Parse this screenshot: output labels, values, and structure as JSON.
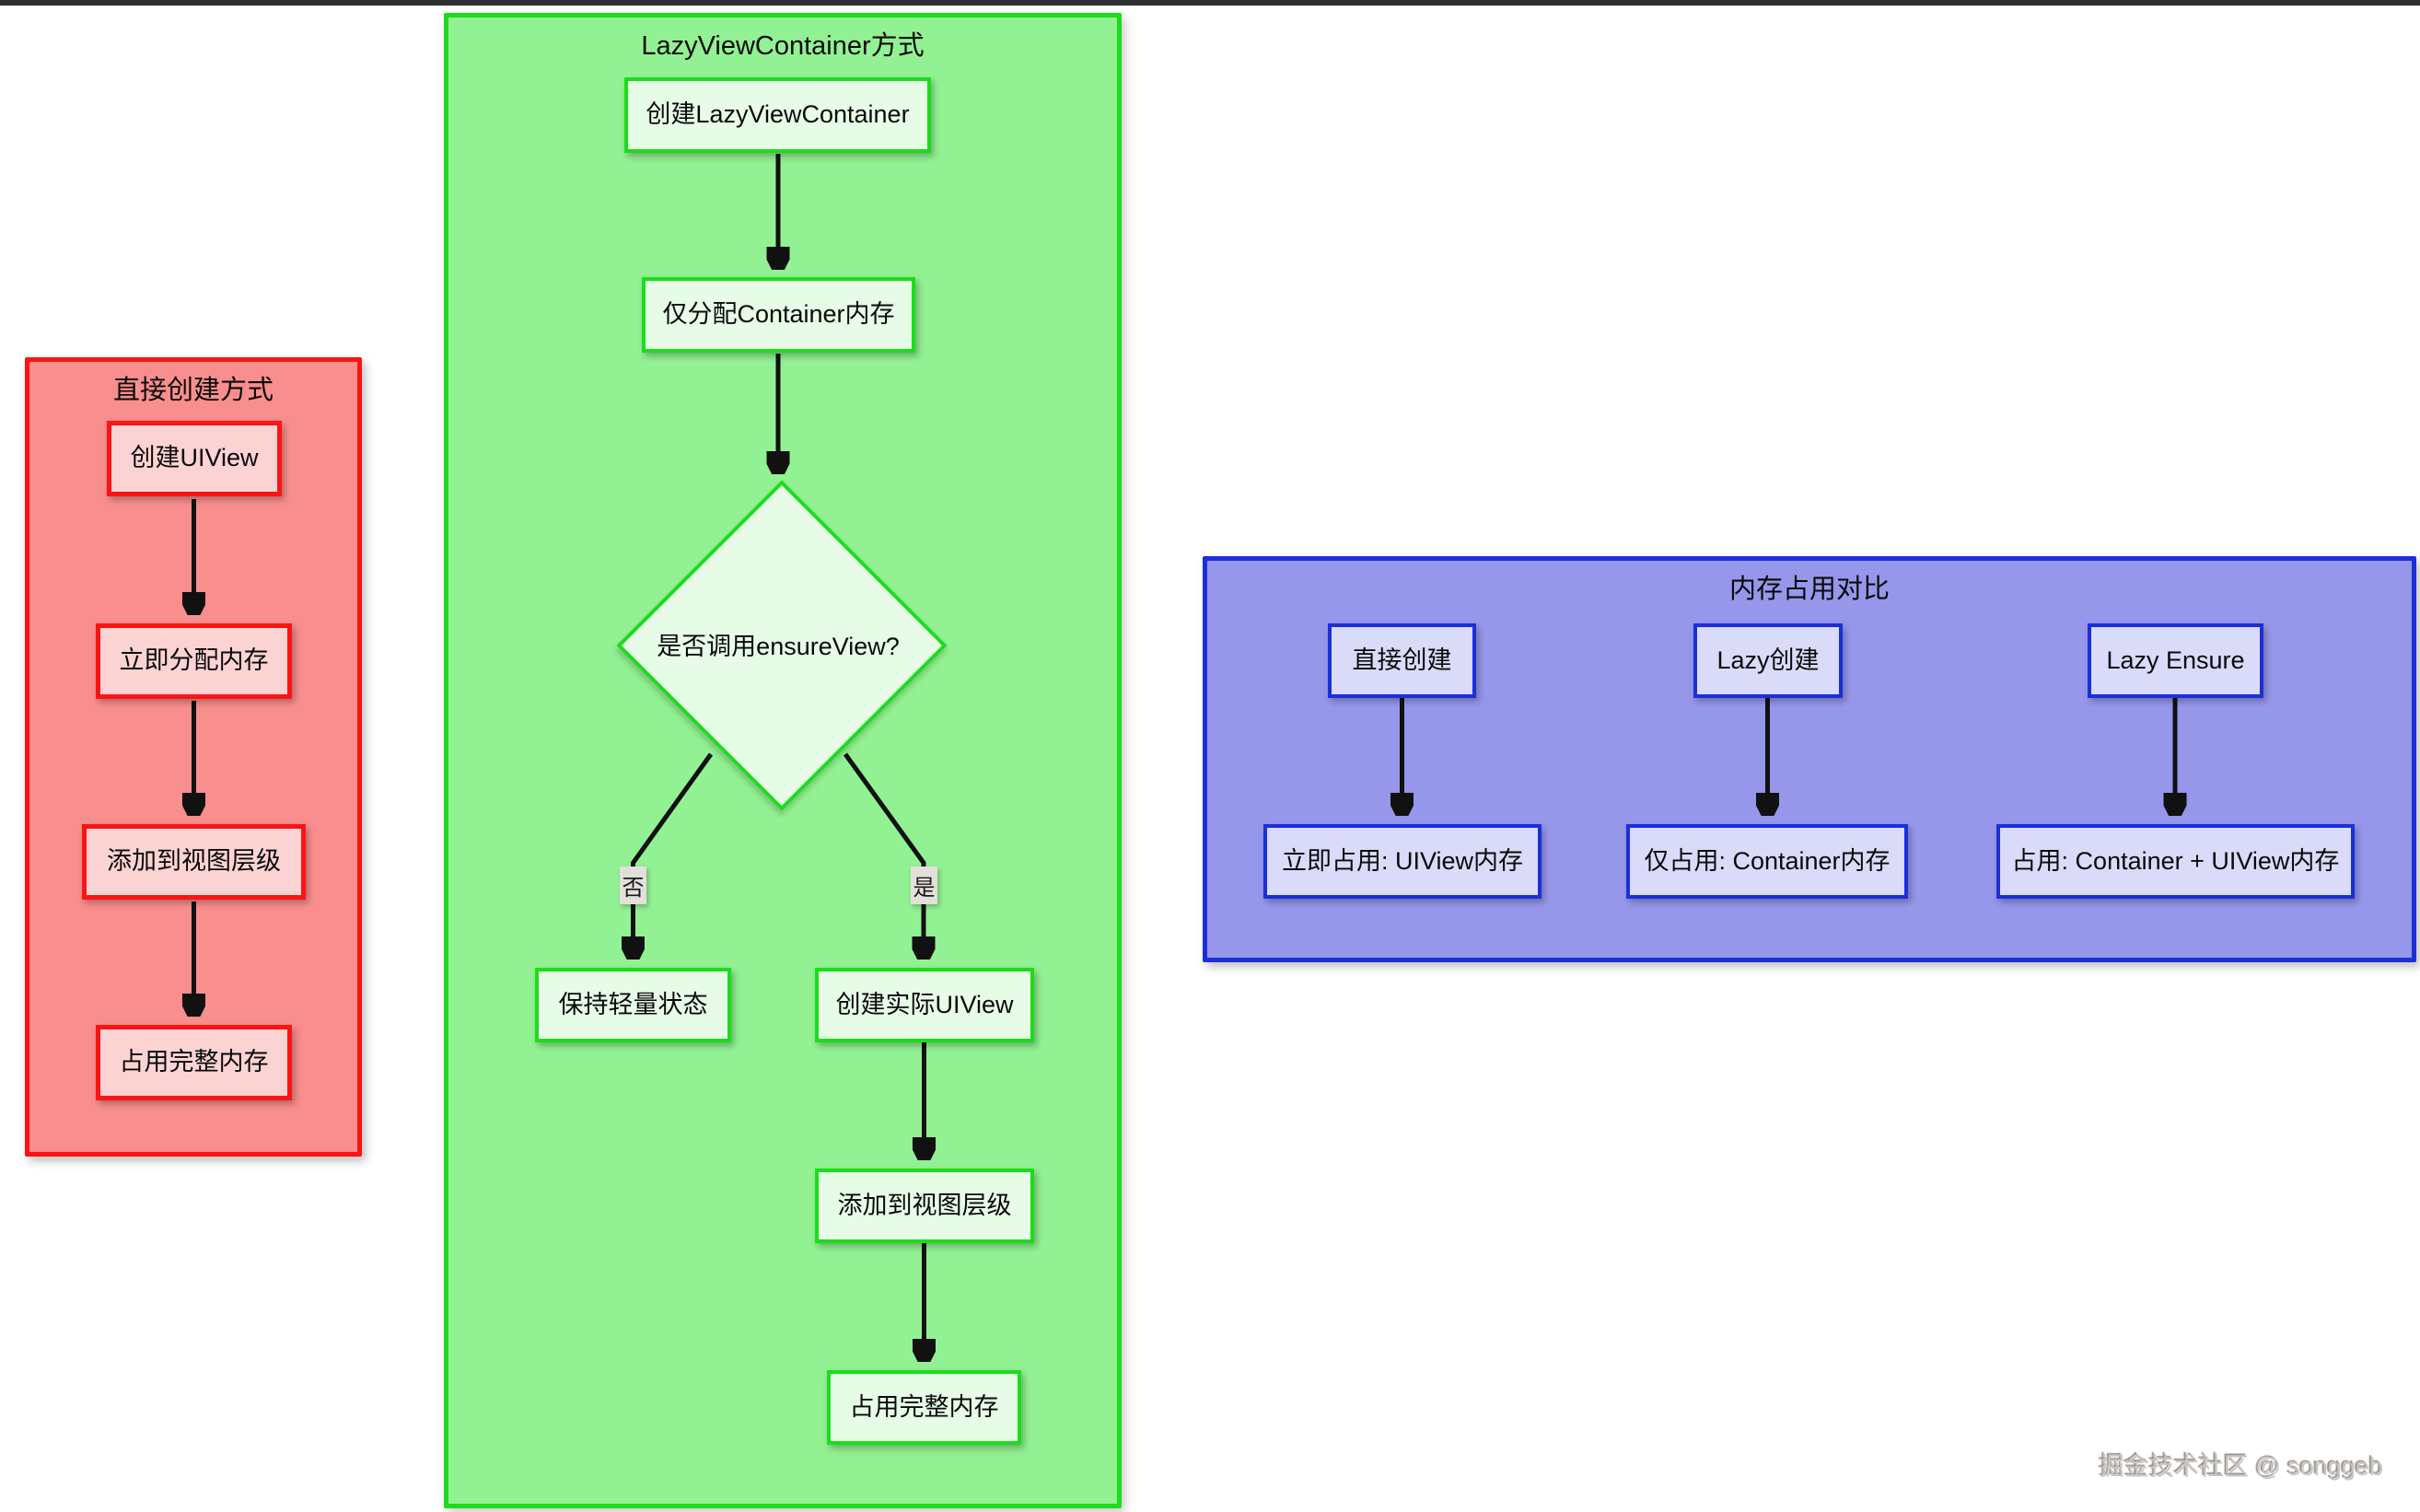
{
  "colors": {
    "direct_fill": "#f98e8e",
    "direct_border": "#fb1414",
    "direct_node_fill": "#fcd3d3",
    "lazy_fill": "#92f192",
    "lazy_border": "#1cdc1c",
    "lazy_node_fill": "#e6fce6",
    "memory_fill": "#9697eb",
    "memory_border": "#1b2fd8",
    "memory_node_fill": "#dadaf9",
    "edge_label_bg": "#e3e0dc",
    "arrow": "#111111"
  },
  "watermark": "掘金技术社区 @ songgeb",
  "groups": {
    "direct": {
      "title": "直接创建方式",
      "nodes": {
        "create": "创建UIView",
        "allocate": "立即分配内存",
        "add": "添加到视图层级",
        "occupy": "占用完整内存"
      }
    },
    "lazy": {
      "title": "LazyViewContainer方式",
      "nodes": {
        "create": "创建LazyViewContainer",
        "allocate": "仅分配Container内存",
        "decision": "是否调用ensureView?",
        "branch_no": "否",
        "branch_yes": "是",
        "keep_light": "保持轻量状态",
        "create_real": "创建实际UIView",
        "add": "添加到视图层级",
        "occupy": "占用完整内存"
      }
    },
    "memory": {
      "title": "内存占用对比",
      "columns": [
        {
          "top": "直接创建",
          "bottom": "立即占用: UIView内存"
        },
        {
          "top": "Lazy创建",
          "bottom": "仅占用: Container内存"
        },
        {
          "top": "Lazy Ensure",
          "bottom": "占用: Container + UIView内存"
        }
      ]
    }
  }
}
